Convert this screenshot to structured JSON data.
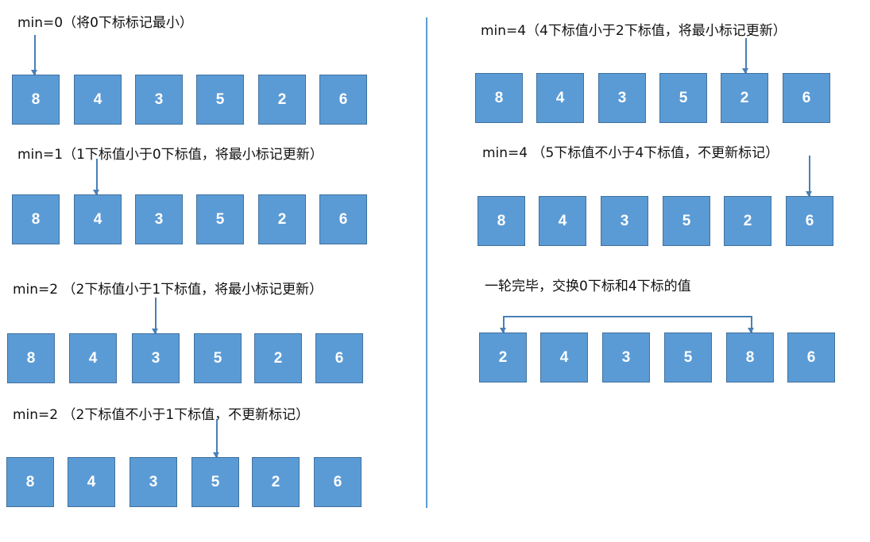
{
  "divider": {
    "color": "#5b9bd5"
  },
  "colors": {
    "box_fill": "#5b9bd5",
    "box_border": "#41719c",
    "arrow": "#4a7fb5",
    "text": "#111111"
  },
  "steps": [
    {
      "caption": "min=0（将0下标标记最小）",
      "values": [
        "8",
        "4",
        "3",
        "5",
        "2",
        "6"
      ],
      "pointer_index": 0
    },
    {
      "caption": "min=1（1下标值小于0下标值，将最小标记更新）",
      "values": [
        "8",
        "4",
        "3",
        "5",
        "2",
        "6"
      ],
      "pointer_index": 1
    },
    {
      "caption": "min=2 （2下标值小于1下标值，将最小标记更新）",
      "values": [
        "8",
        "4",
        "3",
        "5",
        "2",
        "6"
      ],
      "pointer_index": 2
    },
    {
      "caption": "min=2 （2下标值不小于1下标值，不更新标记）",
      "values": [
        "8",
        "4",
        "3",
        "5",
        "2",
        "6"
      ],
      "pointer_index": 3
    },
    {
      "caption": "min=4（4下标值小于2下标值，将最小标记更新）",
      "values": [
        "8",
        "4",
        "3",
        "5",
        "2",
        "6"
      ],
      "pointer_index": 4
    },
    {
      "caption": "min=4 （5下标值不小于4下标值，不更新标记）",
      "values": [
        "8",
        "4",
        "3",
        "5",
        "2",
        "6"
      ],
      "pointer_index": 5
    },
    {
      "caption": "一轮完毕，交换0下标和4下标的值",
      "values": [
        "2",
        "4",
        "3",
        "5",
        "8",
        "6"
      ],
      "swap_indices": [
        0,
        4
      ]
    }
  ]
}
